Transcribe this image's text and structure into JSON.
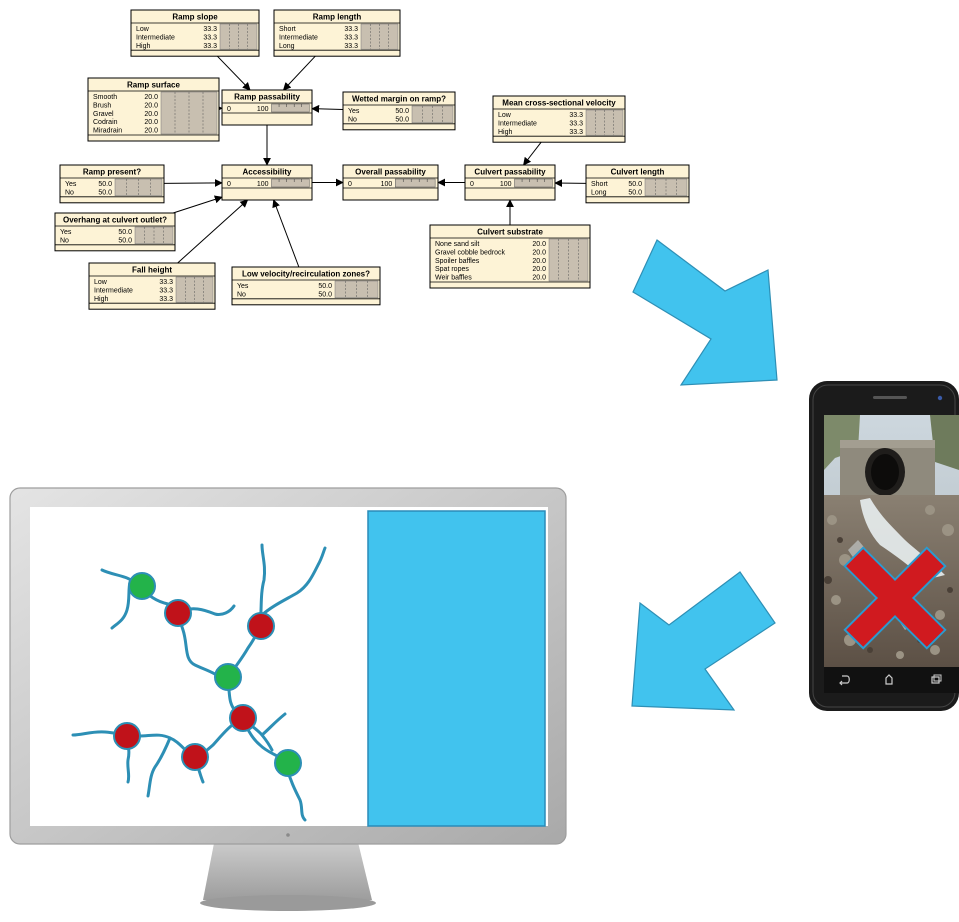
{
  "network": {
    "nodes": [
      {
        "id": "ramp_slope",
        "title": "Ramp slope",
        "states": [
          {
            "label": "Low",
            "value": "33.3"
          },
          {
            "label": "Intermediate",
            "value": "33.3"
          },
          {
            "label": "High",
            "value": "33.3"
          }
        ]
      },
      {
        "id": "ramp_length",
        "title": "Ramp length",
        "states": [
          {
            "label": "Short",
            "value": "33.3"
          },
          {
            "label": "Intermediate",
            "value": "33.3"
          },
          {
            "label": "Long",
            "value": "33.3"
          }
        ]
      },
      {
        "id": "ramp_surface",
        "title": "Ramp surface",
        "states": [
          {
            "label": "Smooth",
            "value": "20.0"
          },
          {
            "label": "Brush",
            "value": "20.0"
          },
          {
            "label": "Gravel",
            "value": "20.0"
          },
          {
            "label": "Codrain",
            "value": "20.0"
          },
          {
            "label": "Miradrain",
            "value": "20.0"
          }
        ]
      },
      {
        "id": "ramp_passability",
        "title": "Ramp passability",
        "states": [
          {
            "label": "0",
            "value": "100"
          }
        ]
      },
      {
        "id": "wetted_margin",
        "title": "Wetted margin on ramp?",
        "states": [
          {
            "label": "Yes",
            "value": "50.0"
          },
          {
            "label": "No",
            "value": "50.0"
          }
        ]
      },
      {
        "id": "mean_velocity",
        "title": "Mean cross-sectional velocity",
        "states": [
          {
            "label": "Low",
            "value": "33.3"
          },
          {
            "label": "Intermediate",
            "value": "33.3"
          },
          {
            "label": "High",
            "value": "33.3"
          }
        ]
      },
      {
        "id": "ramp_present",
        "title": "Ramp present?",
        "states": [
          {
            "label": "Yes",
            "value": "50.0"
          },
          {
            "label": "No",
            "value": "50.0"
          }
        ]
      },
      {
        "id": "accessibility",
        "title": "Accessibility",
        "states": [
          {
            "label": "0",
            "value": "100"
          }
        ]
      },
      {
        "id": "overall_passability",
        "title": "Overall passability",
        "states": [
          {
            "label": "0",
            "value": "100"
          }
        ]
      },
      {
        "id": "culvert_passability",
        "title": "Culvert passability",
        "states": [
          {
            "label": "0",
            "value": "100"
          }
        ]
      },
      {
        "id": "culvert_length",
        "title": "Culvert length",
        "states": [
          {
            "label": "Short",
            "value": "50.0"
          },
          {
            "label": "Long",
            "value": "50.0"
          }
        ]
      },
      {
        "id": "overhang",
        "title": "Overhang at culvert outlet?",
        "states": [
          {
            "label": "Yes",
            "value": "50.0"
          },
          {
            "label": "No",
            "value": "50.0"
          }
        ]
      },
      {
        "id": "culvert_substrate",
        "title": "Culvert substrate",
        "states": [
          {
            "label": "None sand silt",
            "value": "20.0"
          },
          {
            "label": "Gravel cobble bedrock",
            "value": "20.0"
          },
          {
            "label": "Spoiler baffles",
            "value": "20.0"
          },
          {
            "label": "Spat ropes",
            "value": "20.0"
          },
          {
            "label": "Weir baffles",
            "value": "20.0"
          }
        ]
      },
      {
        "id": "fall_height",
        "title": "Fall height",
        "states": [
          {
            "label": "Low",
            "value": "33.3"
          },
          {
            "label": "Intermediate",
            "value": "33.3"
          },
          {
            "label": "High",
            "value": "33.3"
          }
        ]
      },
      {
        "id": "low_velocity",
        "title": "Low velocity/recirculation zones?",
        "states": [
          {
            "label": "Yes",
            "value": "50.0"
          },
          {
            "label": "No",
            "value": "50.0"
          }
        ]
      }
    ],
    "edges": [
      [
        "ramp_slope",
        "ramp_passability"
      ],
      [
        "ramp_length",
        "ramp_passability"
      ],
      [
        "ramp_surface",
        "ramp_passability"
      ],
      [
        "wetted_margin",
        "ramp_passability"
      ],
      [
        "ramp_passability",
        "accessibility"
      ],
      [
        "ramp_present",
        "accessibility"
      ],
      [
        "overhang",
        "accessibility"
      ],
      [
        "fall_height",
        "accessibility"
      ],
      [
        "low_velocity",
        "accessibility"
      ],
      [
        "accessibility",
        "overall_passability"
      ],
      [
        "culvert_passability",
        "overall_passability"
      ],
      [
        "mean_velocity",
        "culvert_passability"
      ],
      [
        "culvert_length",
        "culvert_passability"
      ],
      [
        "culvert_substrate",
        "culvert_passability"
      ]
    ]
  },
  "river_map": {
    "sites": [
      {
        "status": "passable"
      },
      {
        "status": "barrier"
      },
      {
        "status": "barrier"
      },
      {
        "status": "passable"
      },
      {
        "status": "barrier"
      },
      {
        "status": "barrier"
      },
      {
        "status": "barrier"
      },
      {
        "status": "passable"
      }
    ]
  },
  "colors": {
    "node_fill": "#fdf3d6",
    "bar_fill": "#c8bfb0",
    "arrow_blue": "#41c3ee",
    "river": "#2d8fb5",
    "passable": "#23b34a",
    "barrier": "#c0121a",
    "x_mark": "#d01a1f",
    "screen_panel": "#41c3ee"
  }
}
